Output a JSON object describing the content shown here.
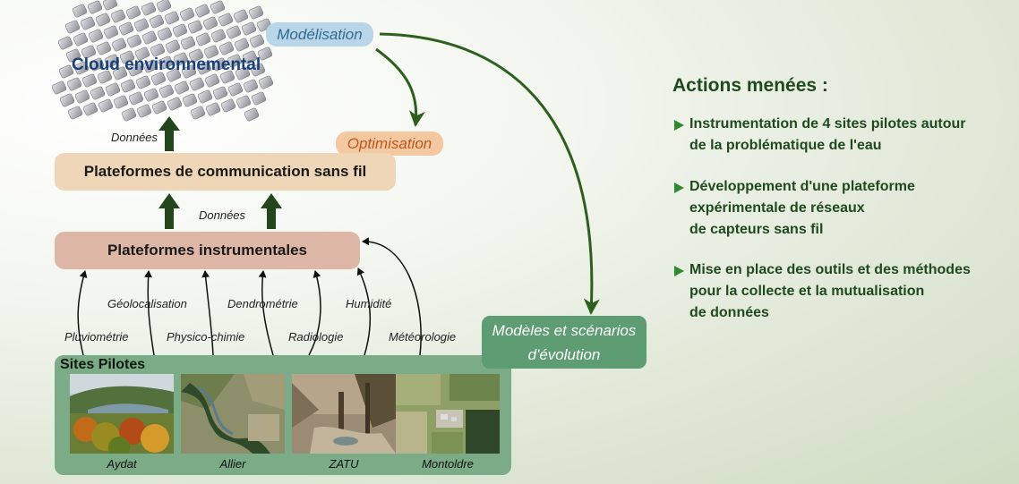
{
  "cloud": {
    "title": "Cloud environnemental"
  },
  "modelisation": "Modélisation",
  "optimisation": "Optimisation",
  "communication_platform": "Plateformes de communication sans fil",
  "instrumental_platform": "Plateformes instrumentales",
  "data_label_top": "Données",
  "data_label_mid": "Données",
  "measurements": [
    "Géolocalisation",
    "Dendrométrie",
    "Humidité",
    "Pluviométrie",
    "Physico-chimie",
    "Radiologie",
    "Météorologie"
  ],
  "models_box": {
    "line1": "Modèles et scénarios",
    "line2": "d'évolution"
  },
  "sites": {
    "title": "Sites Pilotes",
    "items": [
      "Aydat",
      "Allier",
      "ZATU",
      "Montoldre"
    ]
  },
  "actions": {
    "title": "Actions menées :",
    "items": [
      "Instrumentation de 4 sites pilotes autour\nde la problématique de l'eau",
      "Développement d'une plateforme\nexpérimentale de réseaux\nde capteurs sans fil",
      "Mise en place des outils et des méthodes\npour la collecte et la mutualisation\nde données"
    ]
  },
  "colors": {
    "arrow": "#24461c",
    "actions_text": "#1f4a1f",
    "cloud_text": "#173f7a",
    "bullet": "#2f8a2f"
  }
}
